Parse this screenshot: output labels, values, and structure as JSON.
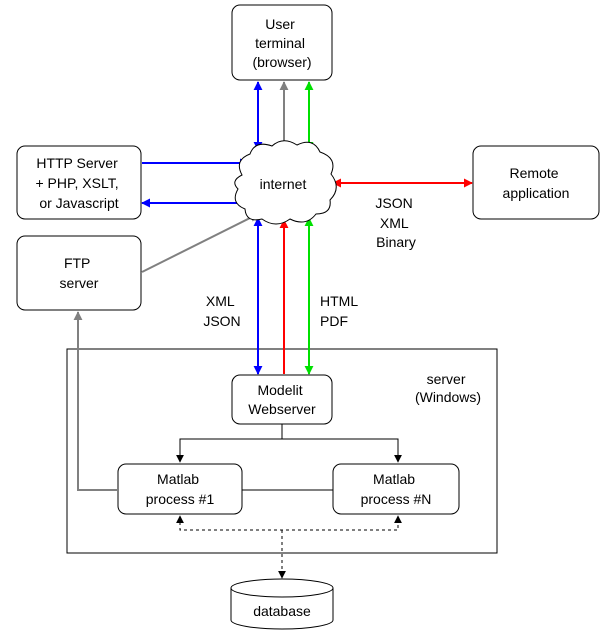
{
  "nodes": {
    "user_terminal": [
      "User",
      "terminal",
      "(browser)"
    ],
    "http_server": [
      "HTTP Server",
      "+ PHP, XSLT,",
      "or Javascript"
    ],
    "internet": "internet",
    "remote_application": [
      "Remote",
      "application"
    ],
    "ftp_server": [
      "FTP",
      "server"
    ],
    "server_region": [
      "server",
      "(Windows)"
    ],
    "modelit_webserver": [
      "Modelit",
      "Webserver"
    ],
    "matlab_process_1": [
      "Matlab",
      "process #1"
    ],
    "matlab_process_n": [
      "Matlab",
      "process #N"
    ],
    "database": "database"
  },
  "edge_labels": {
    "remote_formats": [
      "JSON",
      "XML",
      "Binary"
    ],
    "webserver_data_formats": [
      "XML",
      "JSON"
    ],
    "webserver_doc_formats": [
      "HTML",
      "PDF"
    ]
  },
  "colors": {
    "blue": "#0000ff",
    "red": "#ff0000",
    "green": "#00e000",
    "gray": "#808080",
    "black": "#000000"
  }
}
